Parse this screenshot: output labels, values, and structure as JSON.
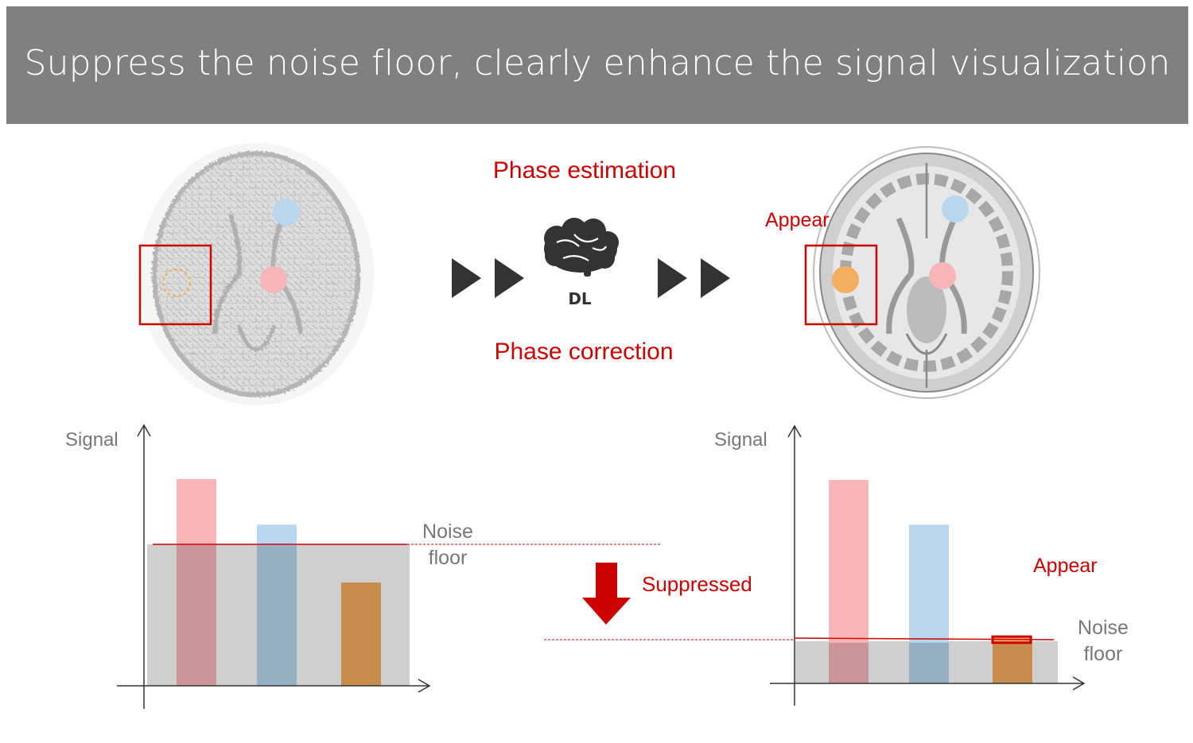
{
  "title": "Suppress the noise floor, clearly enhance the signal visualization",
  "process": {
    "top_label": "Phase estimation",
    "dl_label": "DL",
    "bottom_label": "Phase correction"
  },
  "appear_label_image": "Appear",
  "suppressed_label": "Suppressed",
  "left_chart": {
    "axis_label": "Signal",
    "noise_label_line1": "Noise",
    "noise_label_line2": "floor"
  },
  "right_chart": {
    "axis_label": "Signal",
    "noise_label_line1": "Noise",
    "noise_label_line2": "floor",
    "appear_label": "Appear"
  },
  "colors": {
    "banner": "#808080",
    "accent_red": "#cc0000",
    "pink": "#f8b5b8",
    "blue": "#b8d7ee",
    "orange": "#f5ad5f",
    "noise": "#cfcfcf"
  },
  "chart_data": [
    {
      "type": "bar",
      "categories": [
        "pink",
        "blue",
        "orange"
      ],
      "values": [
        100,
        78,
        50
      ],
      "noise_floor": 68,
      "ylim": [
        0,
        110
      ]
    },
    {
      "type": "bar",
      "categories": [
        "pink",
        "blue",
        "orange"
      ],
      "values": [
        100,
        78,
        23
      ],
      "noise_floor": 20,
      "ylim": [
        0,
        110
      ]
    }
  ]
}
